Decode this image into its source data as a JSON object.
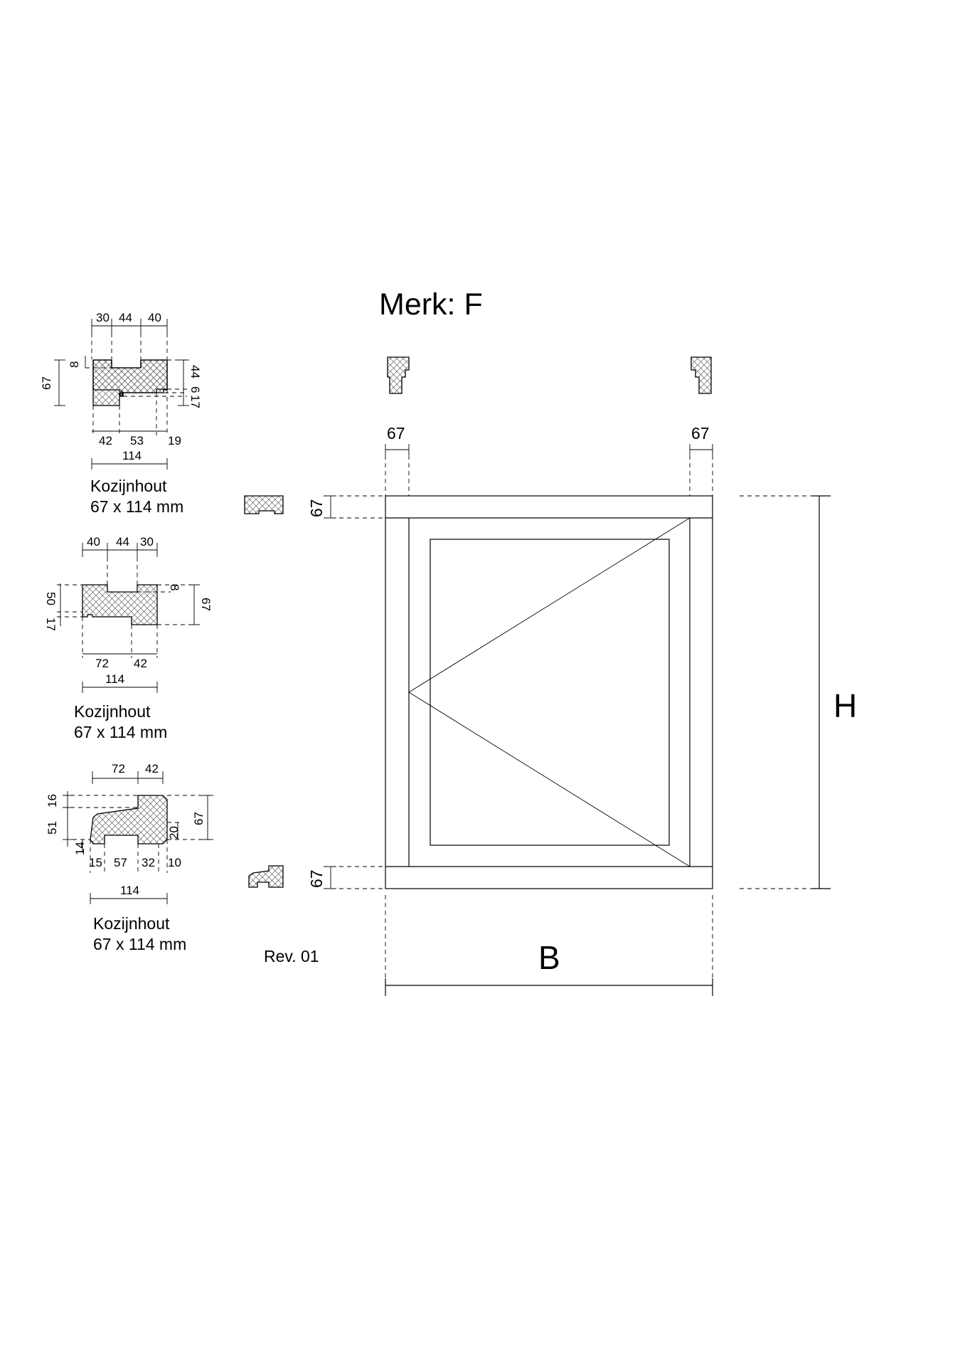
{
  "title": "Merk:  F",
  "revision": "Rev. 01",
  "width_label": "B",
  "height_label": "H",
  "profile_1": {
    "dims_top": [
      "30",
      "44",
      "40"
    ],
    "dims_bottom": [
      "42",
      "53",
      "19"
    ],
    "overall_width": "114",
    "dim_left": "67",
    "dim_left_small": "8",
    "dim_right_44": "44",
    "dim_right_17": "17",
    "dim_right_6": "6",
    "name": "Kozijnhout",
    "size": "67 x 114 mm"
  },
  "profile_2": {
    "dims_top": [
      "40",
      "44",
      "30"
    ],
    "dims_bottom": [
      "72",
      "42"
    ],
    "overall_width": "114",
    "dim_left_50": "50",
    "dim_left_17": "17",
    "dim_right_8": "8",
    "dim_right_67": "67",
    "name": "Kozijnhout",
    "size": "67 x 114 mm"
  },
  "profile_3": {
    "dims_top": [
      "72",
      "42"
    ],
    "dims_bottom": [
      "15",
      "57",
      "32",
      "10"
    ],
    "overall_width": "114",
    "dim_left_16": "16",
    "dim_left_51": "51",
    "dim_left_14": "14",
    "dim_right_20": "20",
    "dim_right_67": "67",
    "name": "Kozijnhout",
    "size": "67 x 114 mm"
  },
  "frame_dims": {
    "left_jamb": "67",
    "right_jamb": "67",
    "top_rail": "67",
    "bottom_rail": "67"
  }
}
